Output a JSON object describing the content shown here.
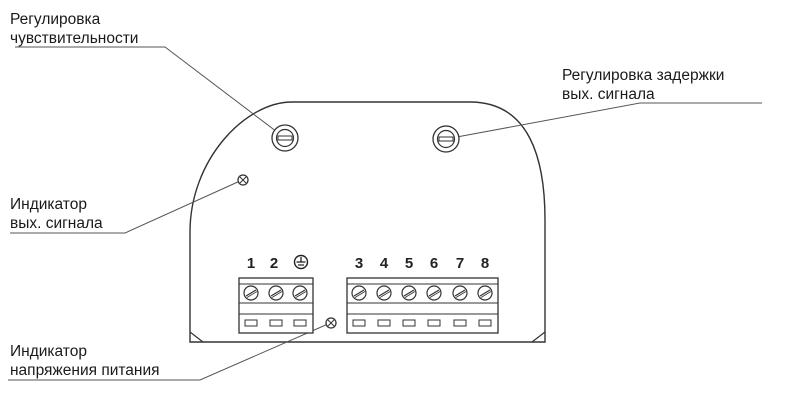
{
  "labels": {
    "sensitivity": {
      "line1": "Регулировка",
      "line2": "чувствительности"
    },
    "delay": {
      "line1": "Регулировка задержки",
      "line2": "вых. сигнала"
    },
    "output_indicator": {
      "line1": "Индикатор",
      "line2": "вых. сигнала"
    },
    "power_indicator": {
      "line1": "Индикатор",
      "line2": "напряжения питания"
    }
  },
  "terminals": {
    "left_block": [
      "1",
      "2"
    ],
    "ground_symbol": "ground-icon",
    "right_block": [
      "3",
      "4",
      "5",
      "6",
      "7",
      "8"
    ]
  }
}
